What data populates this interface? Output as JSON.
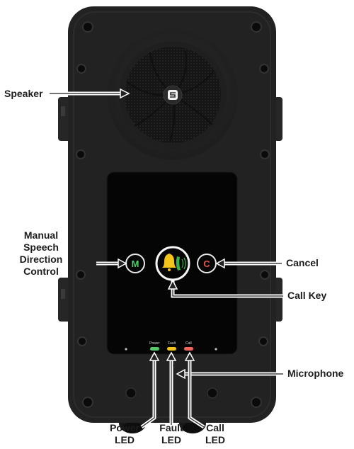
{
  "callouts": {
    "speaker": "Speaker",
    "manual_lines": [
      "Manual",
      "Speech",
      "Direction",
      "Control"
    ],
    "cancel": "Cancel",
    "call_key": "Call Key",
    "microphone": "Microphone",
    "power_led": [
      "Power",
      "LED"
    ],
    "fault_led": [
      "Fault",
      "LED"
    ],
    "call_led": [
      "Call",
      "LED"
    ]
  },
  "panel": {
    "button_m": "M",
    "button_c": "C",
    "led_labels": {
      "power": "Power",
      "fault": "Fault",
      "call": "Call"
    }
  },
  "icons": {
    "call_key": "bell-handset-icon",
    "speaker_logo": "brand-logo-icon"
  },
  "colors": {
    "housing": "#222222",
    "panel": "#050505",
    "button_m": "#4ecf6a",
    "button_c": "#e8524a",
    "call_bell": "#f3c51a",
    "call_handset": "#35b24a",
    "led_power": "#58c86a",
    "led_fault": "#f2c318",
    "led_call": "#f0655c"
  }
}
